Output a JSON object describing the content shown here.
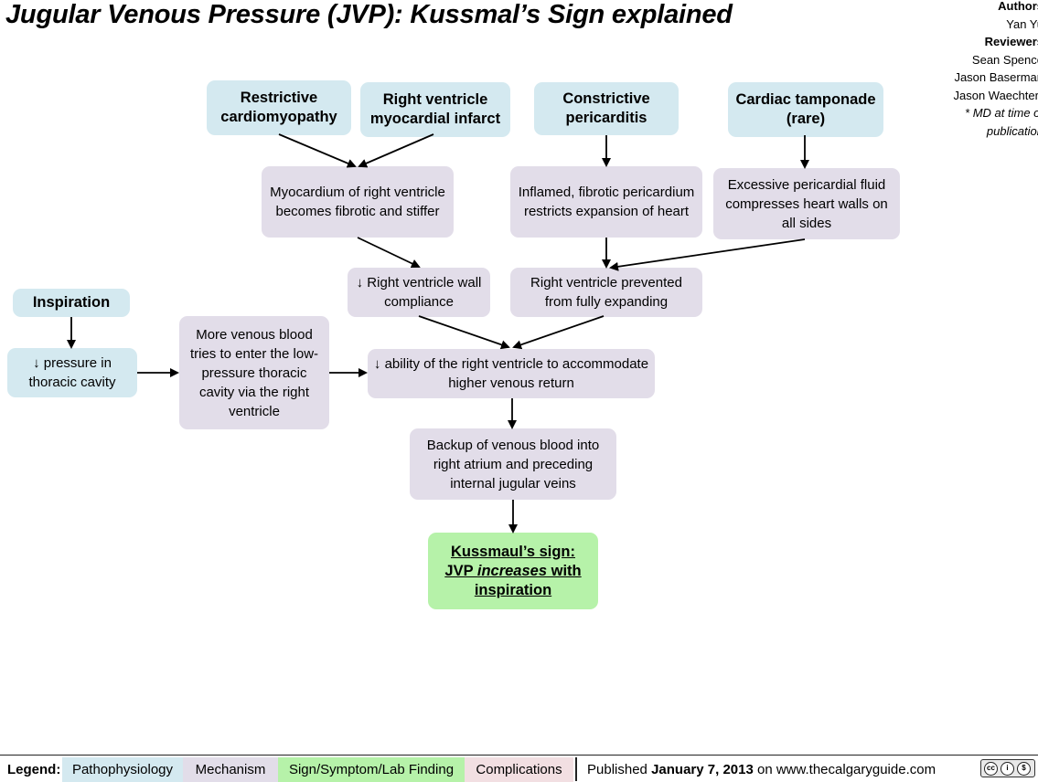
{
  "title": "Jugular Venous Pressure (JVP): Kussmal’s Sign explained",
  "credits": {
    "authors_heading": "Authors",
    "author": "Yan Yu",
    "reviewers_heading": "Reviewers",
    "reviewers": [
      "Sean Spence",
      "Jason Baserman",
      "Jason Waechter*"
    ],
    "note": "* MD at time of publication"
  },
  "nodes": {
    "restrictive": "Restrictive cardiomyopathy",
    "rv_infarct": "Right ventricle myocardial infarct",
    "constrictive": "Constrictive pericarditis",
    "tamponade": "Cardiac tamponade (rare)",
    "myocardium_fibrotic": "Myocardium of right ventricle becomes fibrotic and stiffer",
    "inflamed_pericardium": "Inflamed, fibrotic pericardium restricts expansion of heart",
    "excess_fluid": "Excessive pericardial fluid compresses heart walls on all sides",
    "rv_compliance": "↓ Right ventricle wall compliance",
    "rv_prevented": "Right ventricle prevented from fully expanding",
    "inspiration": "Inspiration",
    "thoracic_pressure": "↓ pressure in thoracic cavity",
    "more_venous": "More venous blood tries to enter the low-pressure thoracic cavity via the right ventricle",
    "rv_ability": "↓ ability of the right ventricle to accommodate higher venous  return",
    "backup": "Backup of venous blood into right atrium and preceding internal jugular veins",
    "kussmaul_line1": "Kussmaul’s sign:",
    "kussmaul_line2a": "JVP ",
    "kussmaul_line2b": "increases",
    "kussmaul_line2c": " with",
    "kussmaul_line3": "inspiration"
  },
  "legend": {
    "label": "Legend:",
    "pathophysiology": "Pathophysiology",
    "mechanism": "Mechanism",
    "sign": "Sign/Symptom/Lab Finding",
    "complications": "Complications",
    "published_prefix": "Published ",
    "published_date": "January 7, 2013",
    "published_suffix": " on www.thecalgaryguide.com"
  },
  "colors": {
    "pathophysiology": "#d4e9f0",
    "mechanism": "#e2dde9",
    "sign": "#b6f2a9",
    "complications": "#f2dfe2"
  },
  "badge_icon": "creative-commons-icon"
}
